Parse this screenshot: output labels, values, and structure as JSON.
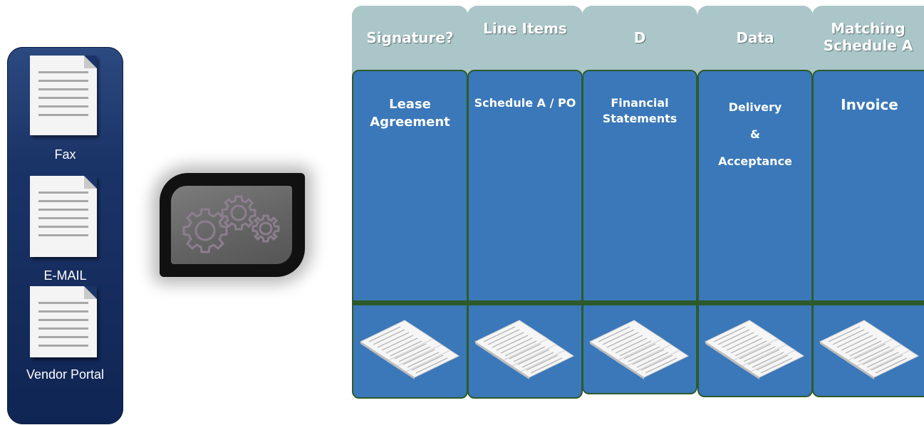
{
  "sources": [
    {
      "label": "Fax",
      "icon": "document-icon"
    },
    {
      "label": "E-MAIL",
      "icon": "document-icon"
    },
    {
      "label": "Vendor Portal",
      "icon": "document-icon"
    }
  ],
  "engine": {
    "icon": "gears-icon"
  },
  "columns": [
    {
      "header": "Signature?",
      "title": "Lease Agreement",
      "icon": "document-stack-icon"
    },
    {
      "header": "Line Items",
      "title": "Schedule A / PO",
      "icon": "document-stack-icon"
    },
    {
      "header": "D",
      "title": "Financial Statements",
      "icon": "document-stack-icon"
    },
    {
      "header": "Data",
      "title_lines": [
        "Delivery",
        "&",
        "Acceptance"
      ],
      "icon": "document-stack-icon"
    },
    {
      "header": "Matching Schedule A",
      "title": "Invoice",
      "icon": "document-stack-icon"
    }
  ],
  "colors": {
    "panel": "#1b3468",
    "header": "#aac6c8",
    "column": "#3a78b9",
    "border": "#2d5a2b",
    "gears": "#8c7e8e"
  }
}
